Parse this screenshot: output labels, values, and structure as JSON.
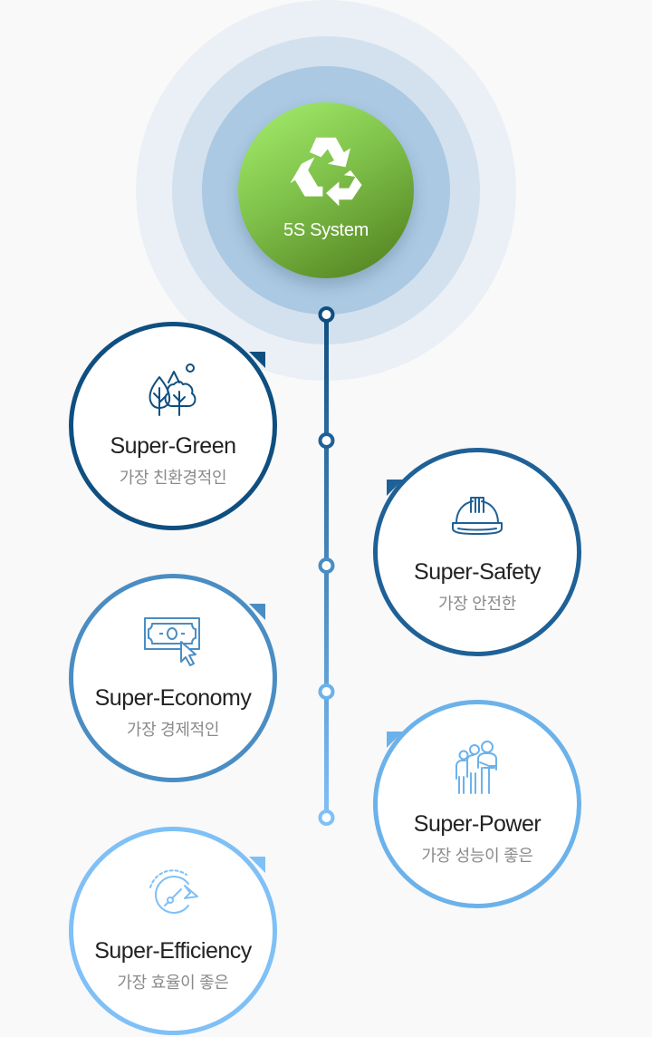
{
  "center": {
    "label": "5S System",
    "icon": "recycle-icon"
  },
  "colors": {
    "background": "#f9f9f9",
    "core_gradient_start": "#a6f06e",
    "core_gradient_end": "#4e7c1c",
    "timeline_start": "#0f4f80",
    "timeline_end": "#7fc0f7"
  },
  "nodes": [
    {
      "title": "Super-Green",
      "subtitle": "가장 친환경적인",
      "icon": "trees-icon",
      "color": "#0f4f80",
      "side": "left"
    },
    {
      "title": "Super-Safety",
      "subtitle": "가장 안전한",
      "icon": "hard-hat-icon",
      "color": "#1f6196",
      "side": "right"
    },
    {
      "title": "Super-Economy",
      "subtitle": "가장 경제적인",
      "icon": "money-click-icon",
      "color": "#4a8dc3",
      "side": "left"
    },
    {
      "title": "Super-Power",
      "subtitle": "가장 성능이 좋은",
      "icon": "people-icon",
      "color": "#6cb2ea",
      "side": "right"
    },
    {
      "title": "Super-Efficiency",
      "subtitle": "가장 효율이 좋은",
      "icon": "speedometer-icon",
      "color": "#7fc0f7",
      "side": "left"
    }
  ]
}
